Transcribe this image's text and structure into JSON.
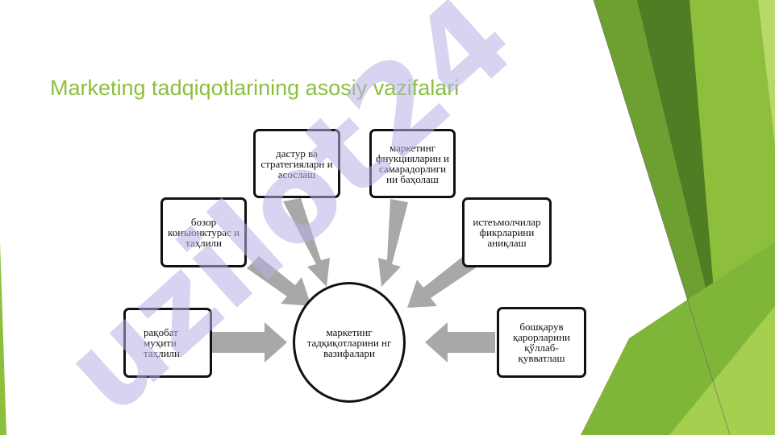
{
  "title": "Marketing tadqiqotlarining asosiy vazifalari",
  "center": "маркетинг тадқиқотларини нг вазифалари",
  "nodes": {
    "bozor": "бозор конъюнктурас и таҳлили",
    "dastur": "дастур ва стратегияларн и асослаш",
    "funksiya": "маркетинг фнукцияларин и самарадорлиги ни баҳолаш",
    "istemol": "истеъмолчилар фикрларини аниқлаш",
    "raqobat": "рақобат муҳити таҳлили",
    "boshqaruv": "бошқарув қарорларини қўллаб- қувватлаш"
  },
  "watermark": "uzilot24",
  "colors": {
    "title": "#8cbf3f",
    "arrow": "#a8a8a8",
    "watermark": "#b7b0e6",
    "green_dark": "#5e8f2a",
    "green_mid": "#7fb539",
    "green_light": "#a5cf4e"
  }
}
